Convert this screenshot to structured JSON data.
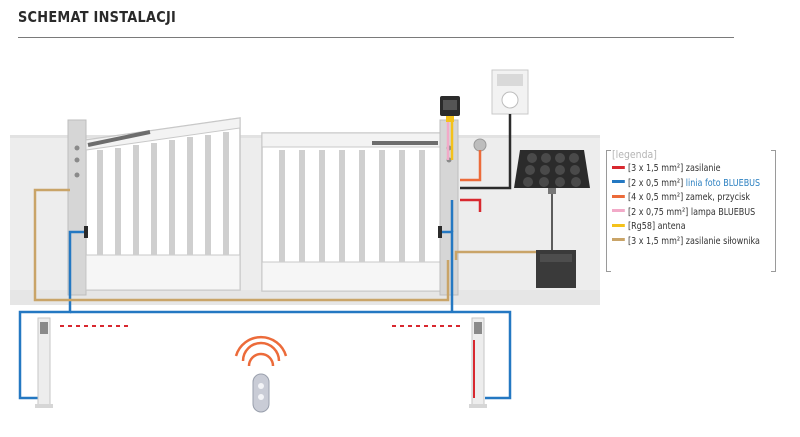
{
  "title": "SCHEMAT INSTALACJI",
  "legend": {
    "title": "[legenda]",
    "items": [
      {
        "prefix": "[3 x 1,5 mm²]",
        "label": "zasilanie",
        "color": "#d8282f"
      },
      {
        "prefix": "[2 x 0,5 mm²]",
        "label": "linia foto BLUEBUS",
        "color": "#2478c2",
        "highlight": true
      },
      {
        "prefix": "[4 x 0,5 mm²]",
        "label": "zamek, przycisk",
        "color": "#ec6b3a"
      },
      {
        "prefix": "[2 x 0,75 mm²]",
        "label": "lampa BLUEBUS",
        "color": "#f2aac8"
      },
      {
        "prefix": "[Rg58]",
        "label": "antena",
        "color": "#f4c21b"
      },
      {
        "prefix": "[3 x 1,5 mm²]",
        "label": "zasilanie siłownika",
        "color": "#c9a468"
      }
    ]
  },
  "colors": {
    "wall": "#ececec",
    "gate": "#ffffff",
    "gate_stroke": "#c8c8c8",
    "pillar": "#d6d6d6",
    "dark": "#2b2b2b"
  }
}
